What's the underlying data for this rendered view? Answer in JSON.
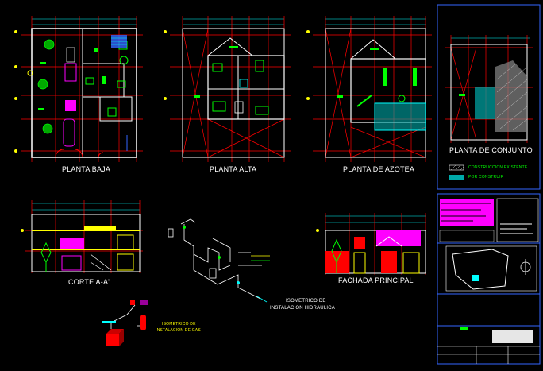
{
  "labels": {
    "planta_baja": "PLANTA BAJA",
    "planta_alta": "PLANTA ALTA",
    "planta_azotea": "PLANTA DE AZOTEA",
    "planta_conjunto": "PLANTA DE CONJUNTO",
    "corte": "CORTE A-A'",
    "fachada": "FACHADA PRINCIPAL",
    "isometrico_l1": "ISOMETRICO DE",
    "isometrico_l2": "INSTALACION HIDRAULICA",
    "isometrico_gas_l1": "ISOMETRICO DE",
    "isometrico_gas_l2": "INSTALACION DE GAS",
    "legend_existente": "CONSTRUCCION EXISTENTE",
    "legend_por_construir": "POR CONSTRUIR"
  },
  "colors": {
    "background": "#000000",
    "axis_red": "#ff0000",
    "wall_white": "#ffffff",
    "dimension_cyan": "#00ffff",
    "magenta": "#ff00ff",
    "green": "#00ff00",
    "yellow": "#ffff00",
    "blue": "#3366ff"
  }
}
